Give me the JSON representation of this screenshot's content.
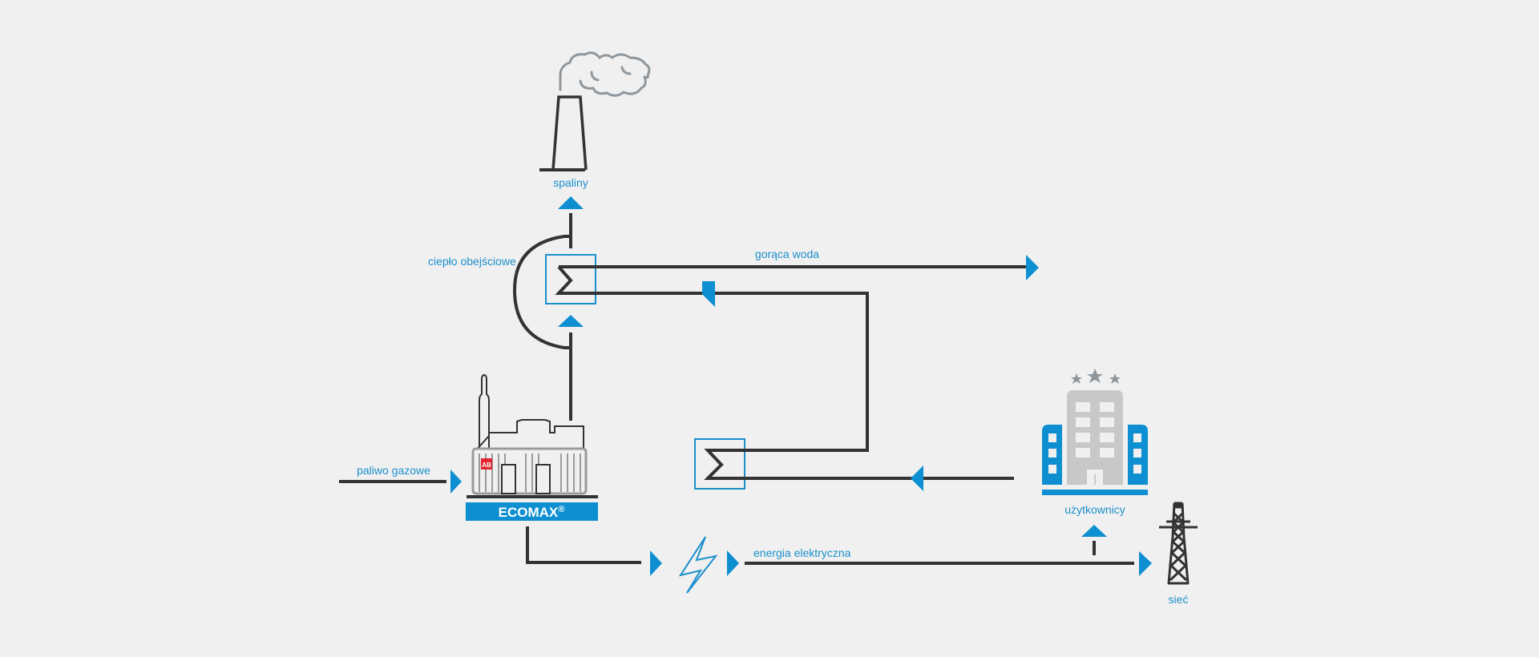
{
  "diagram": {
    "title": "ECOMAX CHP energy flow diagram",
    "colors": {
      "background": "#f0f0f0",
      "accent": "#0d8fd1",
      "line": "#333333",
      "smoke": "#8f979d",
      "building_gray": "#c8c8c8",
      "badge_red": "#e3262d"
    },
    "labels": {
      "exhaust": "spaliny",
      "bypass_heat": "ciepło obejściowe",
      "hot_water": "gorąca woda",
      "gas_fuel": "paliwo gazowe",
      "electric_energy": "energia elektryczna",
      "users": "użytkownicy",
      "grid": "sieć"
    },
    "unit": {
      "brand_name": "ECOMAX",
      "brand_mark": "®",
      "badge_text": "AB"
    },
    "icons": [
      "chimney-icon",
      "smoke-cloud-icon",
      "heat-exchanger-icon",
      "chp-unit-icon",
      "lightning-icon",
      "hotel-building-icon",
      "power-pylon-icon",
      "arrow-icon"
    ]
  }
}
